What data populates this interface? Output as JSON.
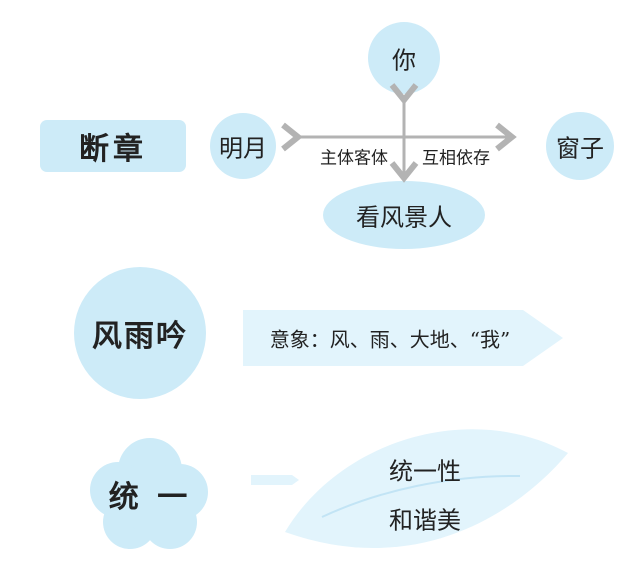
{
  "colors": {
    "node_fill": "#cdebf8",
    "banner_fill": "#e2f4fc",
    "arrow_gray": "#b3b3b3",
    "text": "#222222"
  },
  "section1": {
    "title": "断章",
    "nodes": {
      "top": "你",
      "left": "明月",
      "right": "窗子",
      "bottom": "看风景人"
    },
    "label_left": "主体客体",
    "label_right": "互相依存"
  },
  "section2": {
    "title": "风雨吟",
    "banner": "意象：风、雨、大地、“我”"
  },
  "section3": {
    "title": "统 一",
    "leaf_line1": "统一性",
    "leaf_line2": "和谐美"
  }
}
